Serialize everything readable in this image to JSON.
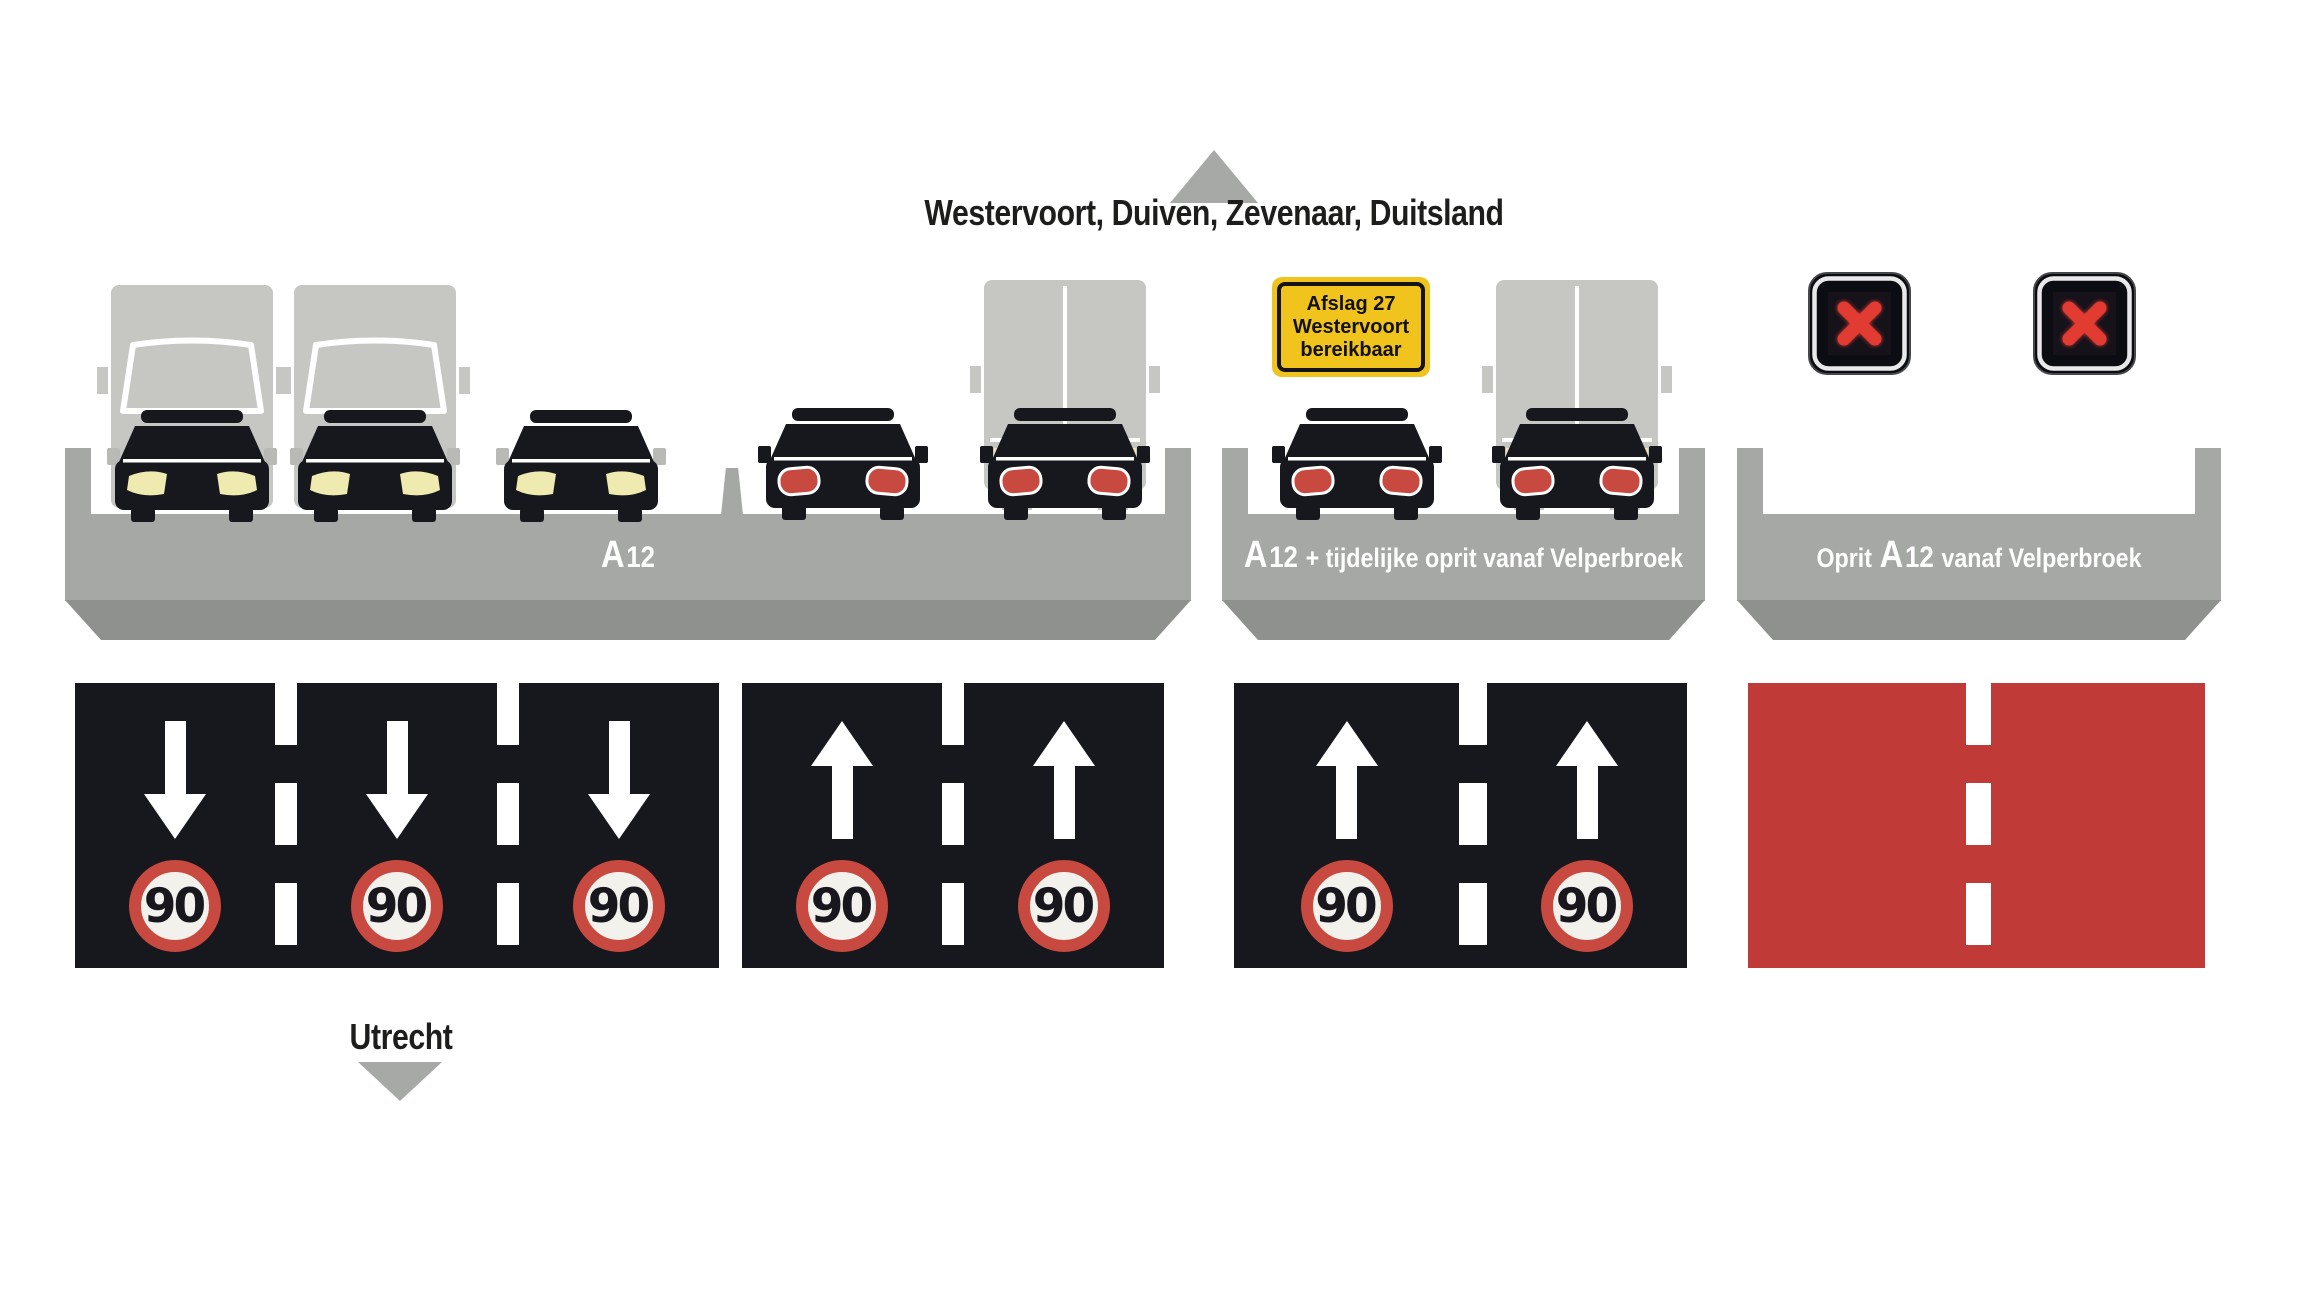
{
  "header": {
    "arrow_direction": "up",
    "destinations": "Westervoort, Duiven, Zevenaar, Duitsland"
  },
  "footer": {
    "arrow_direction": "down",
    "destination": "Utrecht"
  },
  "exit_sign": {
    "line1": "Afslag 27",
    "line2": "Westervoort",
    "line3": "bereikbaar"
  },
  "roads": [
    {
      "name": "A12 main carriageway",
      "label": {
        "prefix": "",
        "a": "A",
        "number": "12",
        "rest": ""
      },
      "vehicles": [
        "truck-front+car-front",
        "truck-front+car-front",
        "car-front",
        "car-rear",
        "truck-rear+car-rear"
      ]
    },
    {
      "name": "A12 plus temporary on-ramp",
      "label": {
        "prefix": "",
        "a": "A",
        "number": "12",
        "rest": "+ tijdelijke oprit vanaf Velperbroek"
      },
      "vehicles": [
        "car-rear",
        "truck-rear+car-rear"
      ]
    },
    {
      "name": "closed on-ramp",
      "label": {
        "prefix": "Oprit",
        "a": "A",
        "number": "12",
        "rest": "vanaf Velperbroek"
      },
      "vehicles": []
    }
  ],
  "lane_groups": [
    {
      "road": "A12",
      "lanes": [
        {
          "direction": "down",
          "speed": "90",
          "status": "open"
        },
        {
          "direction": "down",
          "speed": "90",
          "status": "open"
        },
        {
          "direction": "down",
          "speed": "90",
          "status": "open"
        },
        {
          "direction": "up",
          "speed": "90",
          "status": "open"
        },
        {
          "direction": "up",
          "speed": "90",
          "status": "open"
        }
      ]
    },
    {
      "road": "A12 + tijdelijke oprit vanaf Velperbroek",
      "lanes": [
        {
          "direction": "up",
          "speed": "90",
          "status": "open"
        },
        {
          "direction": "up",
          "speed": "90",
          "status": "open"
        }
      ]
    },
    {
      "road": "Oprit A12 vanaf Velperbroek",
      "lanes": [
        {
          "status": "closed"
        },
        {
          "status": "closed"
        }
      ]
    }
  ],
  "matrix_signs": [
    {
      "symbol": "red-x"
    },
    {
      "symbol": "red-x"
    }
  ],
  "colors": {
    "road_gray": "#a5a8a4",
    "road_base_gray": "#8e918d",
    "panel_black": "#17181d",
    "closed_red": "#c03b37",
    "ring_red": "#c8493f",
    "x_red": "#e23b33",
    "sign_yellow": "#f1c41d",
    "vehicle_gray": "#c6c7c3",
    "headlight_yellow": "#eeeab0",
    "taillight_cream": "#f2ddbd"
  }
}
